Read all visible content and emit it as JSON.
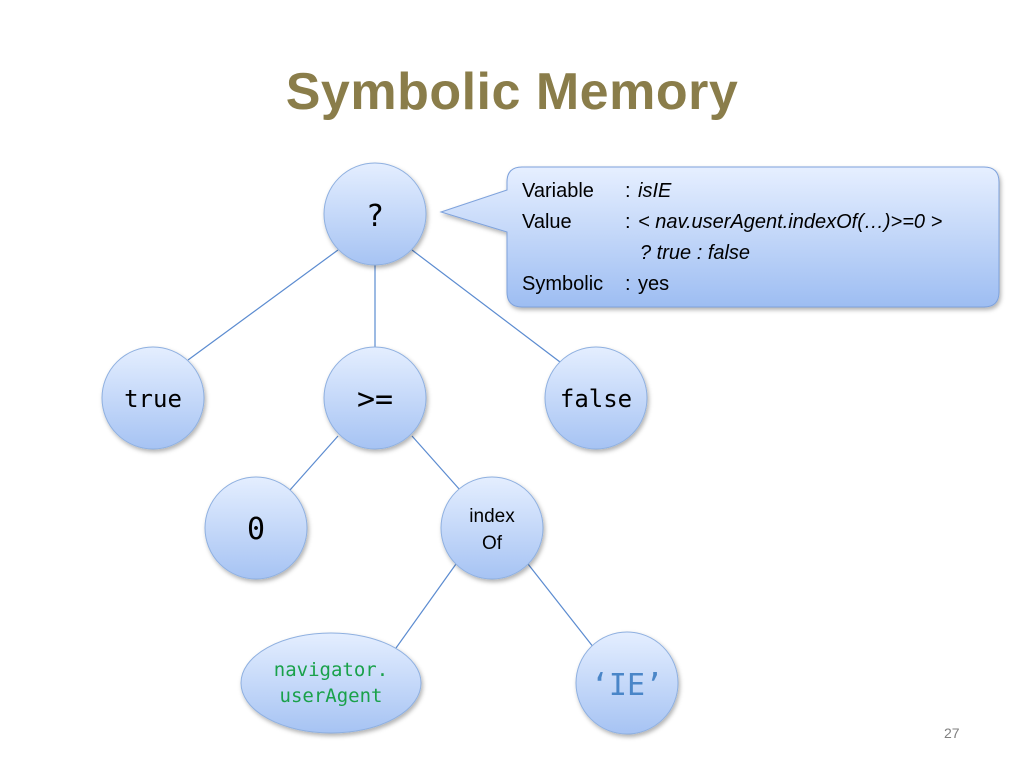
{
  "slide": {
    "title": "Symbolic Memory",
    "page_number": "27"
  },
  "colors": {
    "title": "#8a7d4a",
    "node_fill_top": "#dfeaff",
    "node_fill_bottom": "#a9c6f5",
    "node_stroke": "#8fb0e0",
    "edge": "#5b8bd0",
    "green_text": "#19a14a",
    "blue_text": "#4a86c8"
  },
  "nodes": {
    "root": "?",
    "true": "true",
    "gte": ">=",
    "false": "false",
    "zero": "0",
    "index_of_line1": "index",
    "index_of_line2": "Of",
    "navigator_line1": "navigator.",
    "navigator_line2": "userAgent",
    "ie_string": "‘IE’"
  },
  "callout": {
    "variable_key": "Variable",
    "variable_value": "isIE",
    "value_key": "Value",
    "value_line1": "< nav.userAgent.indexOf(…)>=0 >",
    "value_line2": "? true : false",
    "symbolic_key": "Symbolic",
    "symbolic_value": "yes",
    "separator": ":"
  }
}
